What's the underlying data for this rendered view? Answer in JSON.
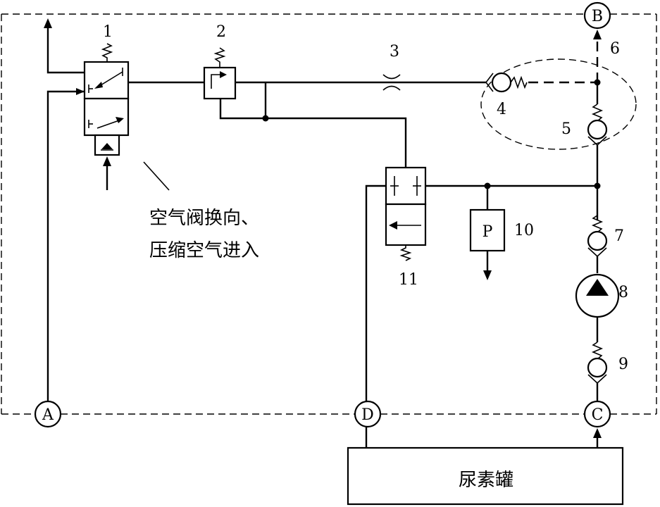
{
  "labels": {
    "n1": "1",
    "n2": "2",
    "n3": "3",
    "n4": "4",
    "n5": "5",
    "n6": "6",
    "n7": "7",
    "n8": "8",
    "n9": "9",
    "n10": "10",
    "n11": "11"
  },
  "ports": {
    "A": "A",
    "B": "B",
    "C": "C",
    "D": "D"
  },
  "pressure_switch_letter": "P",
  "annotation": {
    "line1": "空气阀换向、",
    "line2": "压缩空气进入"
  },
  "tank_label": "尿素罐"
}
